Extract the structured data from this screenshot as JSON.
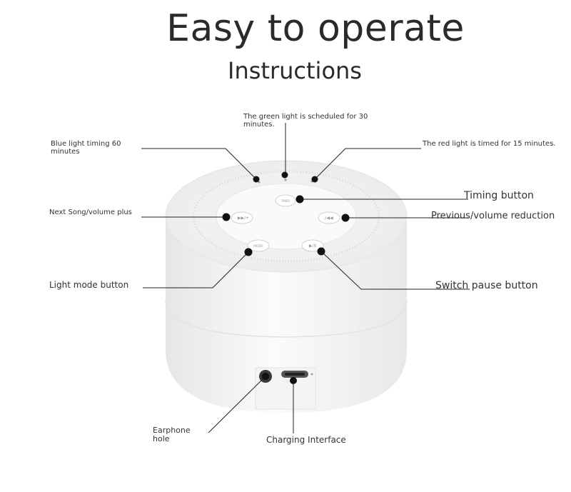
{
  "header": {
    "title": "Easy to operate",
    "subtitle": "Instructions"
  },
  "callouts": {
    "green_light": "The green light is scheduled for 30 minutes.",
    "blue_light": "Blue light timing 60 minutes",
    "red_light": "The red light is timed for 15 minutes.",
    "timing_button": "Timing button",
    "next_song": "Next Song/volume plus",
    "previous": "Previous/volume reduction",
    "light_mode": "Light mode button",
    "switch_pause": "Switch pause button",
    "earphone": "Earphone hole",
    "charging": "Charging Interface"
  },
  "device": {
    "color": "#f2f2f2",
    "button_icons": [
      "timer-icon",
      "next-volume-plus-icon",
      "previous-volume-minus-icon",
      "light-mode-icon",
      "play-pause-icon"
    ],
    "button_labels": {
      "timer": "TIMER",
      "next": "▶▶/+",
      "prev": "-/◀◀",
      "mode": "MODE",
      "play": "▶/II"
    }
  }
}
